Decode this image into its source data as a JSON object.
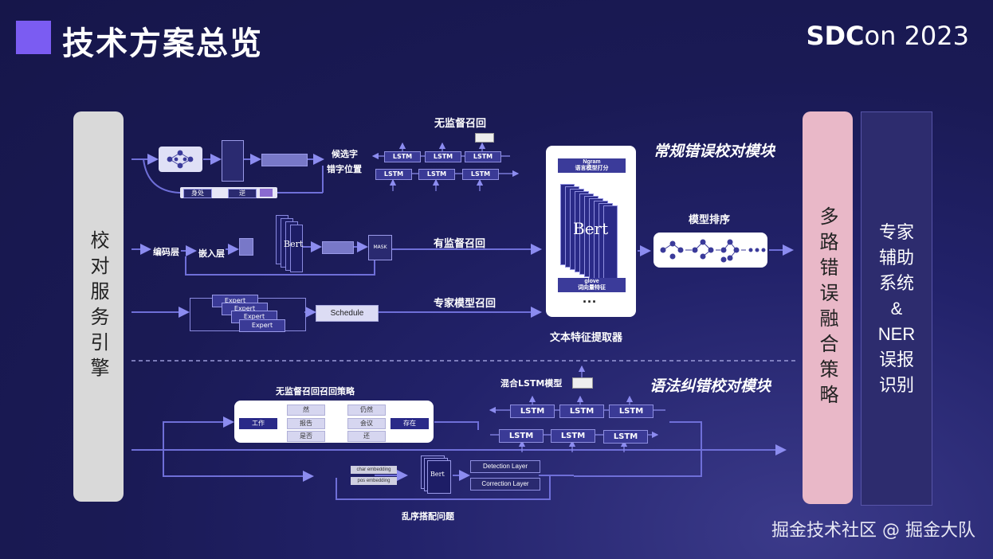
{
  "header": {
    "title": "技术方案总览",
    "brand_bold": "SDC",
    "brand_rest": "on 2023"
  },
  "left_pillar": "校对服务引擎",
  "fusion_pillar": "多路错误融合策略",
  "expert_pillar": [
    "专家",
    "辅助",
    "系统",
    "&",
    "NER",
    "误报",
    "识别"
  ],
  "regular_module": {
    "title": "常规错误校对模块",
    "unsupervised_recall": "无监督召回",
    "candidate_char": "候选字",
    "error_position": "错字位置",
    "supervised_recall": "有监督召回",
    "encoder": "编码层",
    "embedding": "嵌入层",
    "bert": "Bert",
    "mask": "MASK",
    "expert_recall": "专家模型召回",
    "expert_label": "Expert",
    "schedule": "Schedule",
    "lstm": "LSTM",
    "sequence_pos": "身处",
    "reverse": "逆"
  },
  "feature_extractor": {
    "caption": "文本特征提取器",
    "ngram": "Ngram",
    "ngram_sub": "语言模型打分",
    "bert": "Bert",
    "glove": "glove",
    "glove_sub": "词向量特征",
    "ellipsis": "···"
  },
  "ranking": {
    "label": "模型排序"
  },
  "grammar_module": {
    "title": "语法纠错校对模块",
    "strategy_title": "无监督召回召回策略",
    "hybrid_lstm": "混合LSTM模型",
    "lstm": "LSTM",
    "shuffle": "乱序搭配问题",
    "detection": "Detection  Layer",
    "correction": "Correction Layer",
    "char_emb": "char embedding",
    "pos_emb": "pos embedding",
    "bert": "Bert",
    "tags": {
      "work": "工作",
      "ran": "然",
      "report": "报告",
      "is_it": "是否",
      "still": "仍然",
      "meeting": "会议",
      "huan": "还",
      "exist": "存在"
    }
  },
  "footer": "掘金技术社区 @ 掘金大队"
}
